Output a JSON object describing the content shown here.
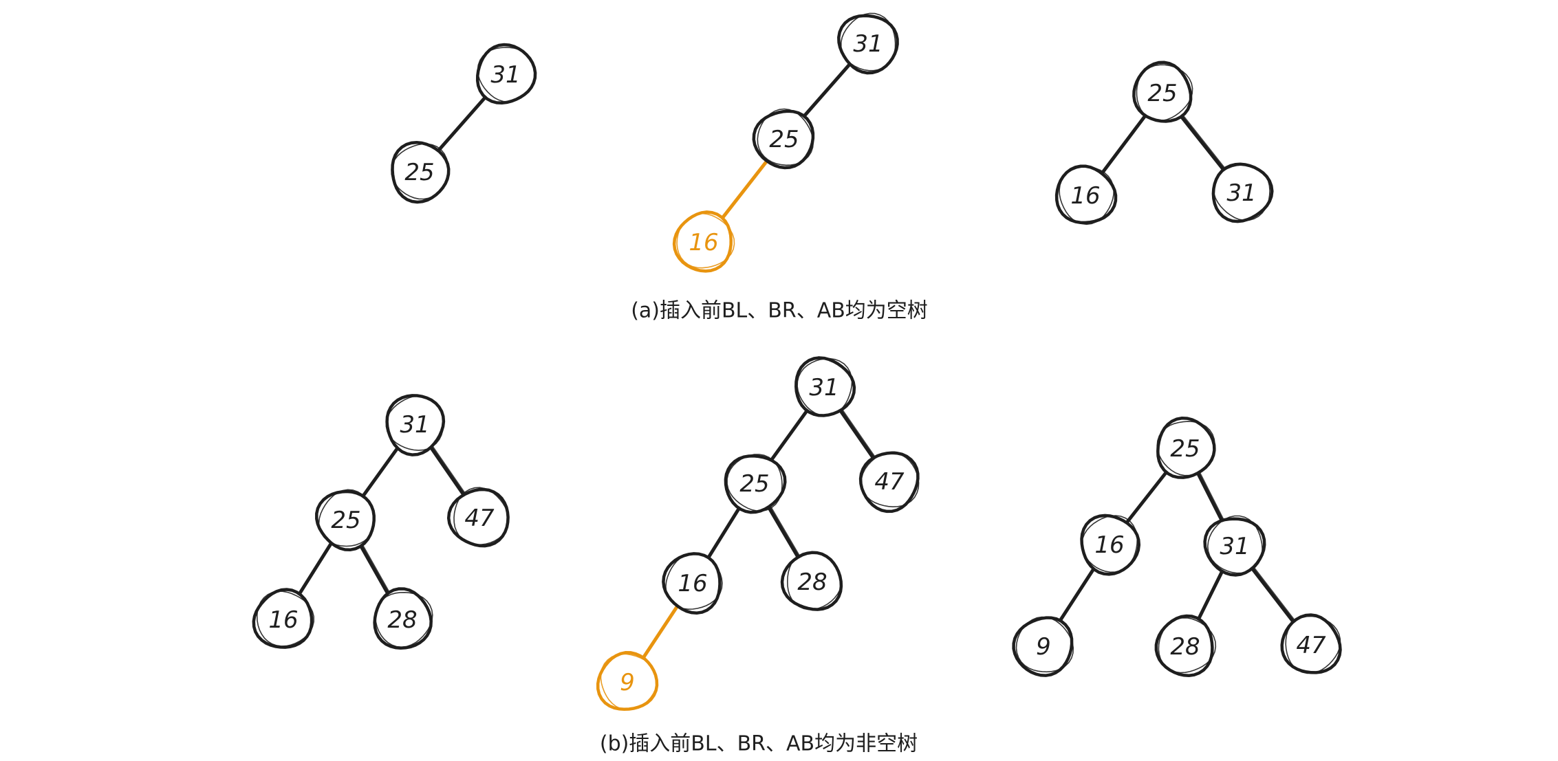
{
  "colors": {
    "ink": "#1e1e1e",
    "highlight": "#e8940f",
    "background": "#ffffff"
  },
  "captions": {
    "a": "(a)插入前BL、BR、AB均为空树",
    "b": "(b)插入前BL、BR、AB均为非空树"
  },
  "trees": {
    "a1": {
      "nodes": {
        "n31": "31",
        "n25": "25"
      }
    },
    "a2": {
      "nodes": {
        "n31": "31",
        "n25": "25",
        "n16": "16"
      }
    },
    "a3": {
      "nodes": {
        "n25": "25",
        "n16": "16",
        "n31": "31"
      }
    },
    "b1": {
      "nodes": {
        "n31": "31",
        "n25": "25",
        "n47": "47",
        "n16": "16",
        "n28": "28"
      }
    },
    "b2": {
      "nodes": {
        "n31": "31",
        "n25": "25",
        "n47": "47",
        "n16": "16",
        "n28": "28",
        "n9": "9"
      }
    },
    "b3": {
      "nodes": {
        "n25": "25",
        "n16": "16",
        "n31": "31",
        "n9": "9",
        "n28": "28",
        "n47": "47"
      }
    }
  }
}
